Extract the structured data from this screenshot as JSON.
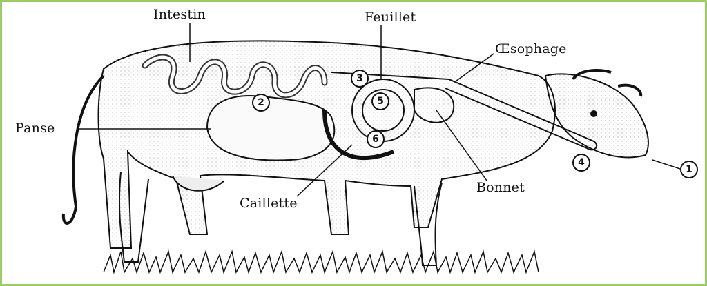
{
  "labels": {
    "intestin": "Intestin",
    "feuillet": "Feuillet",
    "oesophage": "Œsophage",
    "panse": "Panse",
    "caillette": "Caillette",
    "bonnet": "Bonnet"
  },
  "steps": [
    "1",
    "2",
    "3",
    "4",
    "5",
    "6"
  ],
  "colors": {
    "frame": "#9ccc65",
    "ink": "#111111"
  }
}
